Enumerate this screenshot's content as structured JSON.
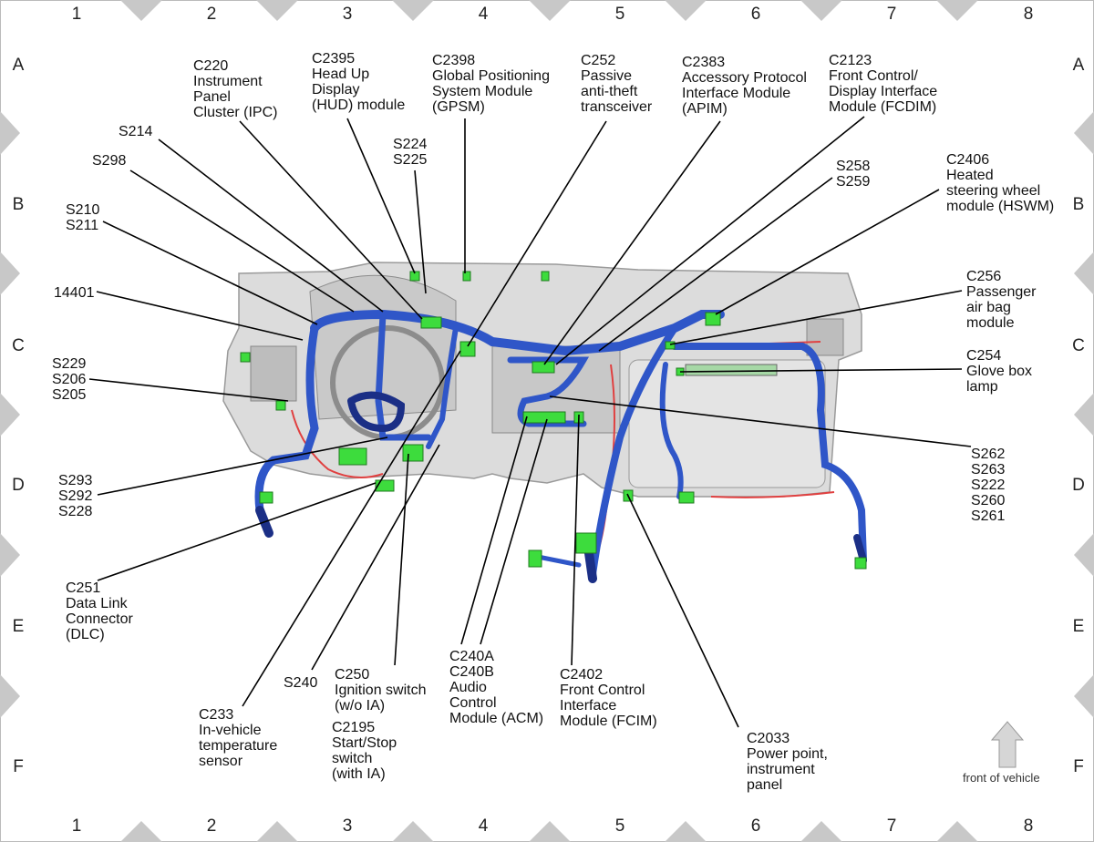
{
  "grid": {
    "columns": [
      "1",
      "2",
      "3",
      "4",
      "5",
      "6",
      "7",
      "8"
    ],
    "rows": [
      "A",
      "B",
      "C",
      "D",
      "E",
      "F"
    ]
  },
  "labels": {
    "c220": "C220\nInstrument\nPanel\nCluster (IPC)",
    "c2395": "C2395\nHead Up\nDisplay\n(HUD) module",
    "c2398": "C2398\nGlobal Positioning\nSystem Module\n(GPSM)",
    "c252": "C252\nPassive\nanti-theft\ntransceiver",
    "c2383": "C2383\nAccessory Protocol\nInterface Module\n(APIM)",
    "c2123": "C2123\nFront Control/\nDisplay Interface\nModule (FCDIM)",
    "s214": "S214",
    "s298": "S298",
    "s224": "S224\nS225",
    "s258": "S258\nS259",
    "c2406": "C2406\nHeated\nsteering wheel\nmodule (HSWM)",
    "s210": "S210\nS211",
    "c256": "C256\nPassenger\nair bag\nmodule",
    "p14401": "14401",
    "c254": "C254\nGlove box\nlamp",
    "s229": "S229\nS206\nS205",
    "s262": "S262\nS263\nS222\nS260\nS261",
    "s293": "S293\nS292\nS228",
    "c251": "C251\nData Link\nConnector\n(DLC)",
    "c240": "C240A\nC240B\nAudio\nControl\nModule (ACM)",
    "c2402": "C2402\nFront Control\nInterface\nModule (FCIM)",
    "c250": "C250\nIgnition switch\n(w/o IA)",
    "s240": "S240",
    "c2195": "C2195\nStart/Stop\nswitch\n(with IA)",
    "c233": "C233\nIn-vehicle\ntemperature\nsensor",
    "c2033": "C2033\nPower point,\ninstrument\npanel",
    "front_of_vehicle": "front of vehicle"
  },
  "colors": {
    "harness_blue": "#2f56c8",
    "harness_dark": "#1b2f86",
    "connector_green": "#3ddc3d",
    "wire_red": "#e04040",
    "dash_gray": "#d6d6d6",
    "tab_gray": "#c8c8c8"
  }
}
